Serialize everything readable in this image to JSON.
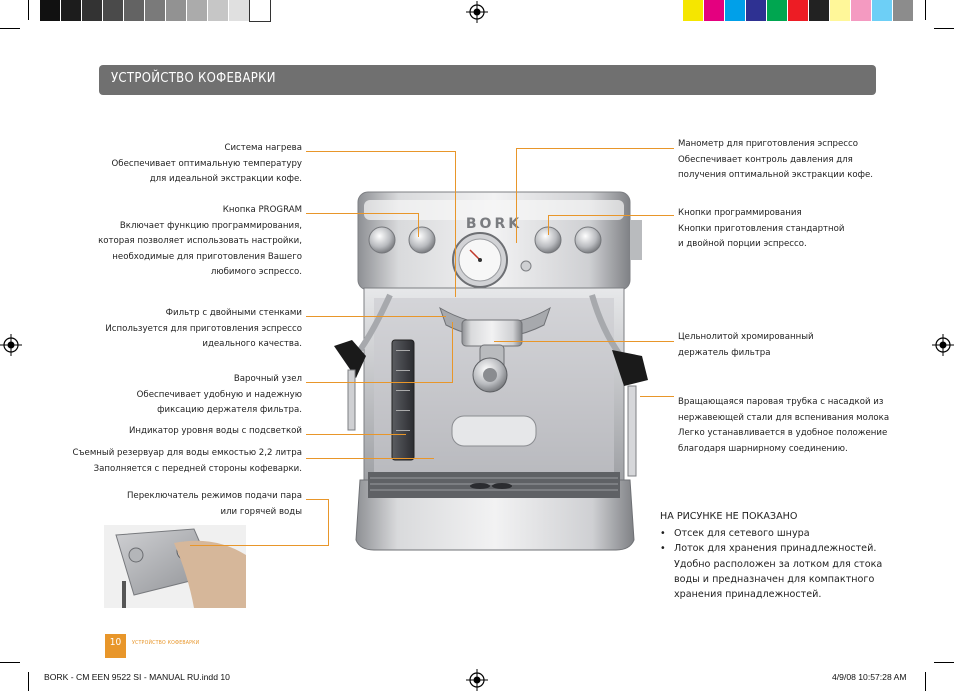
{
  "colors": {
    "accent": "#e8962a",
    "header_bg": "#707070",
    "grayscale_bar": [
      "#111111",
      "#1c1c1c",
      "#333333",
      "#4a4a4a",
      "#636363",
      "#7a7a7a",
      "#929292",
      "#ababab",
      "#c6c6c6",
      "#e0e0e0",
      "#ffffff"
    ],
    "color_bar": [
      "#f5e600",
      "#e4007f",
      "#00a0e9",
      "#2e3192",
      "#00a650",
      "#ed1c24",
      "#222222",
      "#fff799",
      "#f49ac1",
      "#6dcff6",
      "#8c8c8c"
    ]
  },
  "header": {
    "title": "УСТРОЙСТВО КОФЕВАРКИ"
  },
  "machine": {
    "brand": "BORK"
  },
  "callouts_left": [
    {
      "title": "Система нагрева",
      "lines": [
        "Обеспечивает оптимальную температуру",
        "для идеальной экстракции кофе."
      ]
    },
    {
      "title": "Кнопка PROGRAM",
      "lines": [
        "Включает функцию программирования,",
        "которая позволяет использовать настройки,",
        "необходимые для приготовления Вашего",
        "любимого эспрессо."
      ]
    },
    {
      "title": "Фильтр с двойными стенками",
      "lines": [
        "Используется для приготовления эспрессо",
        "идеального качества."
      ]
    },
    {
      "title": "Варочный узел",
      "lines": [
        "Обеспечивает удобную и надежную",
        "фиксацию держателя фильтра."
      ]
    },
    {
      "title": "Индикатор уровня воды с подсветкой",
      "lines": []
    },
    {
      "title": "Съемный резервуар для воды емкостью 2,2 литра",
      "lines": [
        "Заполняется с передней стороны кофеварки."
      ]
    },
    {
      "title": "Переключатель режимов подачи пара",
      "lines": [
        "или горячей воды"
      ]
    }
  ],
  "callouts_right": [
    {
      "title": "Манометр для приготовления эспрессо",
      "lines": [
        "Обеспечивает контроль давления для",
        "получения оптимальной экстракции кофе."
      ]
    },
    {
      "title": "Кнопки программирования",
      "lines": [
        "Кнопки приготовления стандартной",
        "и двойной порции эспрессо."
      ]
    },
    {
      "title": "Цельнолитой хромированный",
      "lines": [
        "держатель фильтра"
      ]
    },
    {
      "title": "Вращающаяся паровая трубка с насадкой из",
      "lines": [
        "нержавеющей стали для вспенивания молока",
        "Легко устанавливается в удобное положение",
        "благодаря шарнирному соединению."
      ]
    }
  ],
  "not_shown": {
    "heading": "НА РИСУНКЕ НЕ ПОКАЗАНО",
    "items": [
      "Отсек для сетевого шнура",
      "Лоток для хранения принадлежностей. Удобно расположен за лотком для стока воды и предназначен для компактного хранения принадлежностей."
    ]
  },
  "footer": {
    "page_number": "10",
    "section": "УСТРОЙСТВО КОФЕВАРКИ",
    "slug_left": "BORK - CM EEN 9522 SI - MANUAL RU.indd   10",
    "slug_right": "4/9/08   10:57:28 AM"
  }
}
